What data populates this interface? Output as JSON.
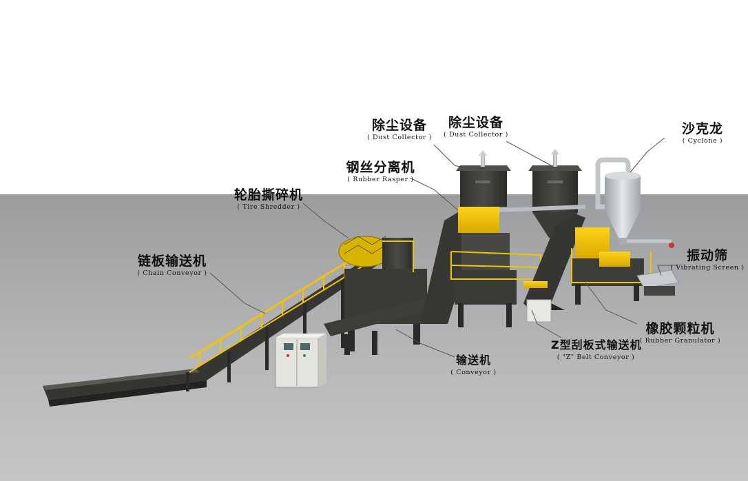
{
  "labels": {
    "dust_collector_1": {
      "cn": "除尘设备",
      "en": "( Dust Collector )"
    },
    "dust_collector_2": {
      "cn": "除尘设备",
      "en": "( Dust Collector )"
    },
    "cyclone": {
      "cn": "沙克龙",
      "en": "( Cyclone )"
    },
    "rubber_rasper": {
      "cn": "钢丝分离机",
      "en": "( Rubber Rasper )"
    },
    "tire_shredder": {
      "cn": "轮胎撕碎机",
      "en": "( Tire Shredder )"
    },
    "chain_conveyor": {
      "cn": "链板输送机",
      "en": "( Chain Conveyor )"
    },
    "vibrating_screen": {
      "cn": "振动筛",
      "en": "( Vibrating Screen )"
    },
    "rubber_granulator": {
      "cn": "橡胶颗粒机",
      "en": "( Rubber Granulator )"
    },
    "z_belt_conveyor": {
      "cn": "Z型刮板式输送机",
      "en": "( \"Z\" Belt Conveyor )"
    },
    "conveyor": {
      "cn": "输送机",
      "en": "( Conveyor )"
    }
  },
  "colors": {
    "machine_dark": "#3b3b38",
    "machine_yellow": "#f2c300",
    "pipe_silver": "#c9ccd0",
    "leader_line": "#555555"
  }
}
